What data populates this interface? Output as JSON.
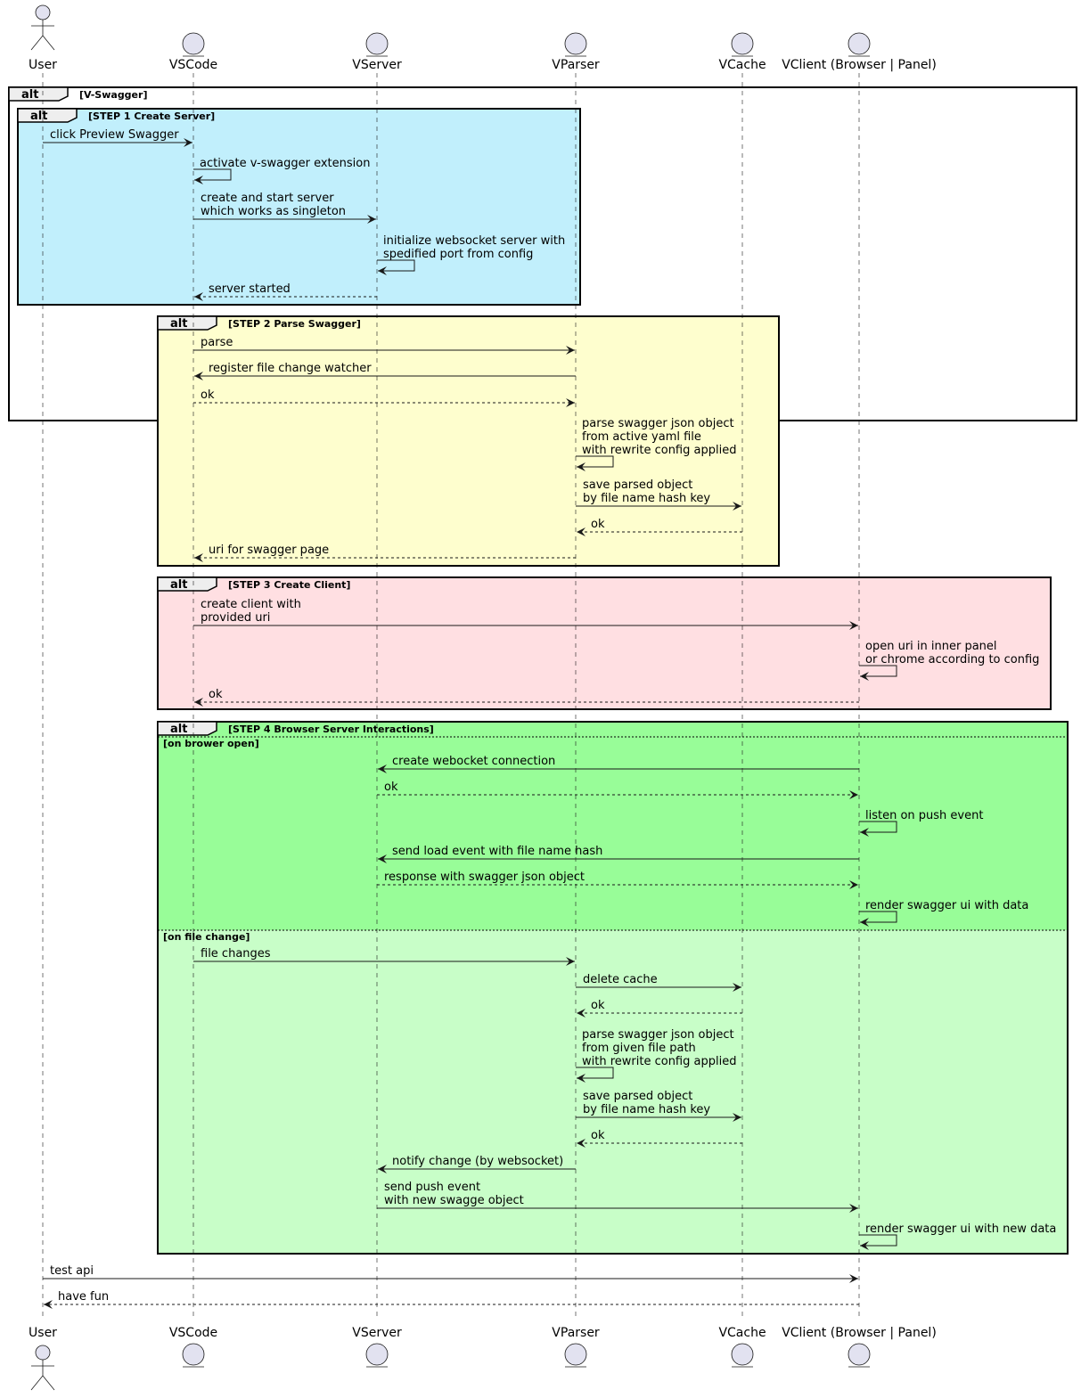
{
  "colors": {
    "participant_fill": "#E2E2F0",
    "participant_stroke": "#181818",
    "frame_border": "#000000",
    "step1_fill": "#C1EFFC",
    "step2_fill": "#FEFECE",
    "step3_fill": "#FFDFE2",
    "step4_open_fill": "#98FD98",
    "step4_change_fill": "#C8FEC8",
    "tab_fill": "#EEEEEE"
  },
  "participants": [
    {
      "name": "User",
      "kind": "actor",
      "shape_icon": "actor-icon"
    },
    {
      "name": "VSCode",
      "kind": "entity",
      "shape_icon": "entity-icon"
    },
    {
      "name": "VServer",
      "kind": "entity",
      "shape_icon": "entity-icon"
    },
    {
      "name": "VParser",
      "kind": "entity",
      "shape_icon": "entity-icon"
    },
    {
      "name": "VCache",
      "kind": "entity",
      "shape_icon": "entity-icon"
    },
    {
      "name": "VClient (Browser | Panel)",
      "kind": "entity",
      "shape_icon": "entity-icon"
    }
  ],
  "fragments": [
    {
      "keyword": "alt",
      "condition": "[V-Swagger]"
    },
    {
      "keyword": "alt",
      "condition": "[STEP 1 Create Server]"
    },
    {
      "keyword": "alt",
      "condition": "[STEP 2 Parse Swagger]"
    },
    {
      "keyword": "alt",
      "condition": "[STEP 3 Create Client]"
    },
    {
      "keyword": "alt",
      "condition": "[STEP 4 Browser Server Interactions]",
      "sections": [
        "[on brower open]",
        "[on file change]"
      ]
    }
  ],
  "messages": [
    {
      "from": "User",
      "to": "VSCode",
      "style": "solid",
      "lines": [
        "click Preview Swagger"
      ]
    },
    {
      "from": "VSCode",
      "to": "VSCode",
      "style": "solid",
      "lines": [
        "activate v-swagger extension"
      ]
    },
    {
      "from": "VSCode",
      "to": "VServer",
      "style": "solid",
      "lines": [
        "create and start server",
        "which works as singleton"
      ]
    },
    {
      "from": "VServer",
      "to": "VServer",
      "style": "solid",
      "lines": [
        "initialize websocket server with",
        "spedified port from config"
      ]
    },
    {
      "from": "VServer",
      "to": "VSCode",
      "style": "dashed",
      "lines": [
        "server started"
      ]
    },
    {
      "from": "VSCode",
      "to": "VParser",
      "style": "solid",
      "lines": [
        "parse"
      ]
    },
    {
      "from": "VParser",
      "to": "VSCode",
      "style": "solid",
      "lines": [
        "register file change watcher"
      ]
    },
    {
      "from": "VSCode",
      "to": "VParser",
      "style": "dashed",
      "lines": [
        "ok"
      ]
    },
    {
      "from": "VParser",
      "to": "VParser",
      "style": "solid",
      "lines": [
        "parse swagger json object",
        "from active yaml file",
        "with rewrite config applied"
      ]
    },
    {
      "from": "VParser",
      "to": "VCache",
      "style": "solid",
      "lines": [
        "save parsed object",
        "by file name hash key"
      ]
    },
    {
      "from": "VCache",
      "to": "VParser",
      "style": "dashed",
      "lines": [
        "ok"
      ]
    },
    {
      "from": "VParser",
      "to": "VSCode",
      "style": "dashed",
      "lines": [
        "uri for swagger page"
      ]
    },
    {
      "from": "VSCode",
      "to": "VClient (Browser | Panel)",
      "style": "solid",
      "lines": [
        "create client with",
        "provided uri"
      ]
    },
    {
      "from": "VClient (Browser | Panel)",
      "to": "VClient (Browser | Panel)",
      "style": "solid",
      "lines": [
        "open uri in inner panel",
        "or chrome according to config"
      ]
    },
    {
      "from": "VClient (Browser | Panel)",
      "to": "VSCode",
      "style": "dashed",
      "lines": [
        "ok"
      ]
    },
    {
      "from": "VClient (Browser | Panel)",
      "to": "VServer",
      "style": "solid",
      "lines": [
        "create webocket connection"
      ]
    },
    {
      "from": "VServer",
      "to": "VClient (Browser | Panel)",
      "style": "dashed",
      "lines": [
        "ok"
      ]
    },
    {
      "from": "VClient (Browser | Panel)",
      "to": "VClient (Browser | Panel)",
      "style": "solid",
      "lines": [
        "listen on push event"
      ]
    },
    {
      "from": "VClient (Browser | Panel)",
      "to": "VServer",
      "style": "solid",
      "lines": [
        "send load event with file name hash"
      ]
    },
    {
      "from": "VServer",
      "to": "VClient (Browser | Panel)",
      "style": "dashed",
      "lines": [
        "response with swagger json object"
      ]
    },
    {
      "from": "VClient (Browser | Panel)",
      "to": "VClient (Browser | Panel)",
      "style": "solid",
      "lines": [
        "render swagger ui with data"
      ]
    },
    {
      "from": "VSCode",
      "to": "VParser",
      "style": "solid",
      "lines": [
        "file changes"
      ]
    },
    {
      "from": "VParser",
      "to": "VCache",
      "style": "solid",
      "lines": [
        "delete cache"
      ]
    },
    {
      "from": "VCache",
      "to": "VParser",
      "style": "dashed",
      "lines": [
        "ok"
      ]
    },
    {
      "from": "VParser",
      "to": "VParser",
      "style": "solid",
      "lines": [
        "parse swagger json object",
        "from given file path",
        "with rewrite config applied"
      ]
    },
    {
      "from": "VParser",
      "to": "VCache",
      "style": "solid",
      "lines": [
        "save parsed object",
        "by file name hash key"
      ]
    },
    {
      "from": "VCache",
      "to": "VParser",
      "style": "dashed",
      "lines": [
        "ok"
      ]
    },
    {
      "from": "VParser",
      "to": "VServer",
      "style": "solid",
      "lines": [
        "notify change (by websocket)"
      ]
    },
    {
      "from": "VServer",
      "to": "VClient (Browser | Panel)",
      "style": "solid",
      "lines": [
        "send push event",
        "with new swagge object"
      ]
    },
    {
      "from": "VClient (Browser | Panel)",
      "to": "VClient (Browser | Panel)",
      "style": "solid",
      "lines": [
        "render swagger ui with new data"
      ]
    },
    {
      "from": "User",
      "to": "VClient (Browser | Panel)",
      "style": "solid",
      "lines": [
        "test api"
      ]
    },
    {
      "from": "VClient (Browser | Panel)",
      "to": "User",
      "style": "dashed",
      "lines": [
        "have fun"
      ]
    }
  ]
}
